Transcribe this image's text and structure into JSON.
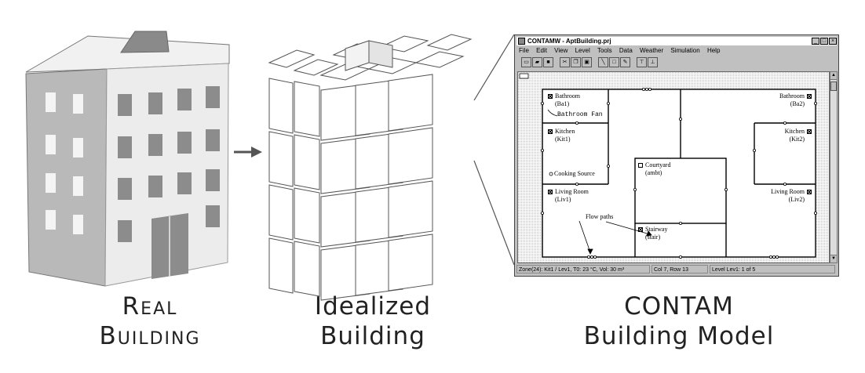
{
  "captions": {
    "real": [
      "Real",
      "Building"
    ],
    "idealized": [
      "Idealized",
      "Building"
    ],
    "contam": [
      "CONTAM",
      "Building Model"
    ]
  },
  "window": {
    "title": "CONTAMW - AptBuilding.prj",
    "menu": [
      "File",
      "Edit",
      "View",
      "Level",
      "Tools",
      "Data",
      "Weather",
      "Simulation",
      "Help"
    ],
    "buttons": [
      "_",
      "□",
      "×"
    ],
    "toolbar_icons": [
      "new-icon",
      "open-icon",
      "save-icon",
      "cut-icon",
      "copy-icon",
      "paste-icon",
      "line-tool-icon",
      "box-tool-icon",
      "pencil-icon",
      "level-up-icon",
      "level-down-icon"
    ],
    "status": [
      "Zone(24): Kit1 / Lev1, T0: 23 °C, Vol: 30 m³",
      "Col 7, Row 13",
      "Level Lev1: 1 of 5"
    ]
  },
  "zones": {
    "ba1": {
      "name": "Bathroom",
      "code": "(Ba1)"
    },
    "fan": "Bathroom Fan",
    "kit1": {
      "name": "Kitchen",
      "code": "(Kit1)"
    },
    "cook": "Cooking Source",
    "liv1": {
      "name": "Living Room",
      "code": "(Liv1)"
    },
    "flow": "Flow paths",
    "court": {
      "name": "Courtyard",
      "code": "(ambt)"
    },
    "stair": {
      "name": "Stairway",
      "code": "(stair)"
    },
    "ba2": {
      "name": "Bathroom",
      "code": "(Ba2)"
    },
    "kit2": {
      "name": "Kitchen",
      "code": "(Kit2)"
    },
    "liv2": {
      "name": "Living Room",
      "code": "(Liv2)"
    }
  },
  "colors": {
    "facade": "#ececec",
    "wall_shadow": "#b9b9b9",
    "window": "#8c8c8c",
    "cube_line": "#555555"
  }
}
